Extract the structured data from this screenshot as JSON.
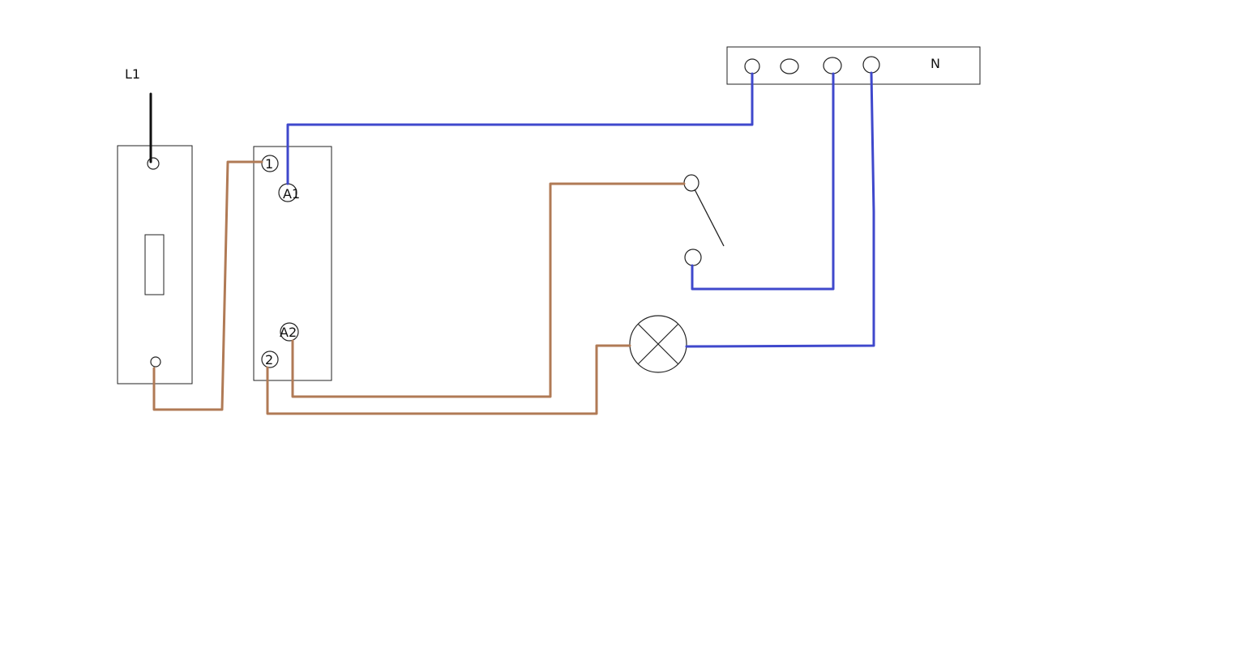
{
  "labels": {
    "phase": "L1",
    "neutral": "N"
  },
  "relay_terminals": {
    "t1": "1",
    "a1": "A1",
    "a2": "A2",
    "t2": "2"
  },
  "colors": {
    "brown_wire": "#b07a55",
    "blue_wire": "#3f48cc",
    "black_wire": "#111111"
  }
}
